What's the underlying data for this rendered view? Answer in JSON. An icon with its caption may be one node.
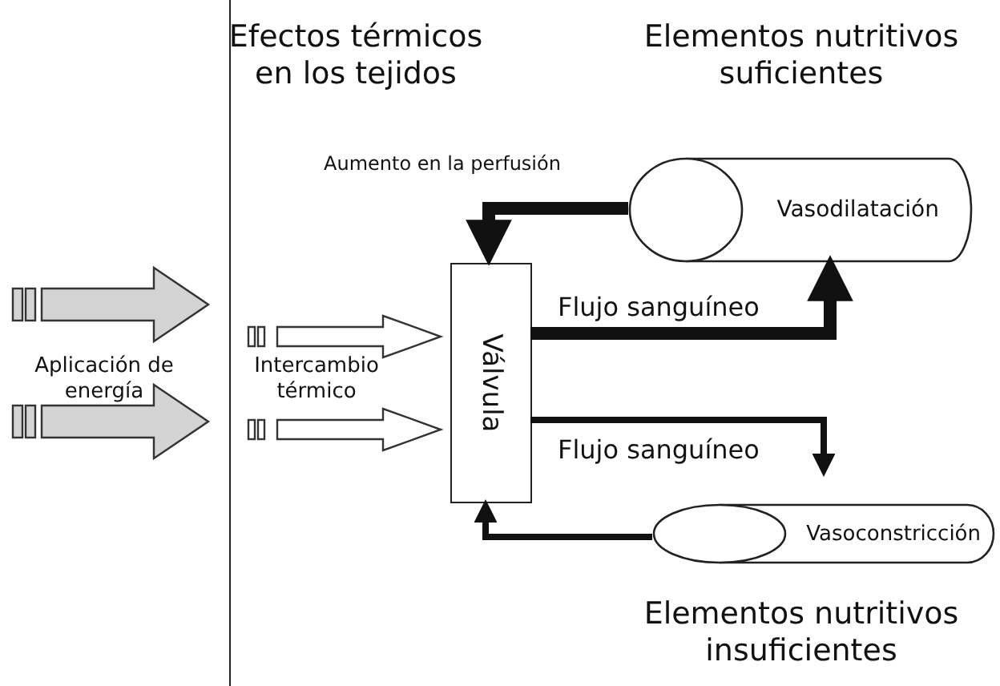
{
  "diagram": {
    "nodes": [
      {
        "text": [],
        "shape": "box"
      },
      {
        "text": [
          "Válvula"
        ],
        "in": 0
      },
      {
        "text": [
          "Vasodilatación"
        ],
        "in": 0
      },
      {
        "text": [
          "Vasoconstricción"
        ],
        "in": 0
      }
    ],
    "edges": [
      {
        "from": 2,
        "to": 1,
        "arrow": "to",
        "label": "Aumento en la perfusión",
        "style": "thick"
      },
      {
        "from": 1,
        "to": 2,
        "arrow": "to",
        "label": "Flujo sanguíneo",
        "style": "thick"
      },
      {
        "from": 1,
        "to": 3,
        "arrow": "to",
        "label": "Flujo sanguíneo"
      },
      {
        "from": 3,
        "to": 1,
        "arrow": "to"
      },
      {
        "from": null,
        "to": 0,
        "arrow": "to",
        "color": "#d4d4d4"
      },
      {
        "from": null,
        "to": 0,
        "arrow": "to",
        "color": "#d4d4d4"
      },
      {
        "from": null,
        "to": 1,
        "arrow": "to"
      },
      {
        "from": null,
        "to": 1,
        "arrow": "to"
      }
    ],
    "labels": [
      "Efectos térmicos en los tejidos",
      "Elementos nutritivos suficientes",
      "Aplicación de energía",
      "Intercambio térmico",
      "Elementos nutritivos insuficientes"
    ]
  }
}
